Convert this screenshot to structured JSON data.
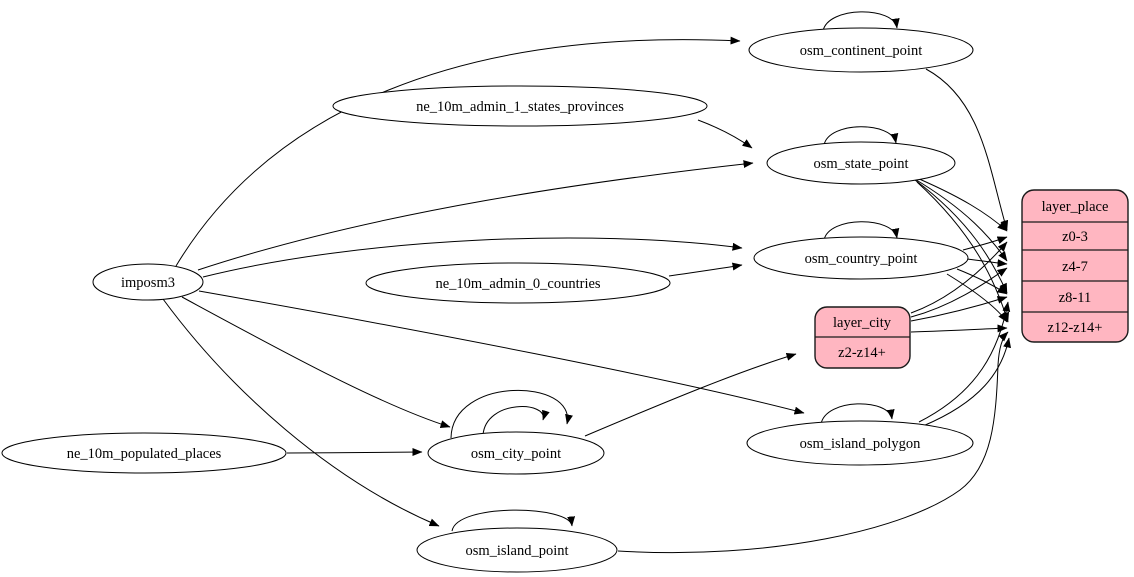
{
  "diagram": {
    "kind": "etl-dependency-graph",
    "background_color": "#ffffff",
    "node_fill": "#ffffff",
    "record_fill": "#ffb6c1",
    "stroke_color": "#000000"
  },
  "nodes": {
    "imposm3": {
      "label": "imposm3"
    },
    "ne_10m_admin_1_states_provinces": {
      "label": "ne_10m_admin_1_states_provinces"
    },
    "ne_10m_admin_0_countries": {
      "label": "ne_10m_admin_0_countries"
    },
    "ne_10m_populated_places": {
      "label": "ne_10m_populated_places"
    },
    "osm_continent_point": {
      "label": "osm_continent_point"
    },
    "osm_state_point": {
      "label": "osm_state_point"
    },
    "osm_country_point": {
      "label": "osm_country_point"
    },
    "osm_city_point": {
      "label": "osm_city_point"
    },
    "osm_island_polygon": {
      "label": "osm_island_polygon"
    },
    "osm_island_point": {
      "label": "osm_island_point"
    },
    "layer_city": {
      "title": "layer_city",
      "rows": [
        "z2-z14+"
      ]
    },
    "layer_place": {
      "title": "layer_place",
      "rows": [
        "z0-3",
        "z4-7",
        "z8-11",
        "z12-z14+"
      ]
    }
  },
  "edges": [
    {
      "from": "imposm3",
      "to": "osm_continent_point"
    },
    {
      "from": "imposm3",
      "to": "osm_state_point"
    },
    {
      "from": "imposm3",
      "to": "osm_country_point"
    },
    {
      "from": "imposm3",
      "to": "osm_city_point"
    },
    {
      "from": "imposm3",
      "to": "osm_island_polygon"
    },
    {
      "from": "imposm3",
      "to": "osm_island_point"
    },
    {
      "from": "ne_10m_admin_1_states_provinces",
      "to": "osm_state_point"
    },
    {
      "from": "ne_10m_admin_0_countries",
      "to": "osm_country_point"
    },
    {
      "from": "ne_10m_populated_places",
      "to": "osm_city_point"
    },
    {
      "from": "osm_continent_point",
      "to": "osm_continent_point",
      "type": "self-loop"
    },
    {
      "from": "osm_state_point",
      "to": "osm_state_point",
      "type": "self-loop"
    },
    {
      "from": "osm_country_point",
      "to": "osm_country_point",
      "type": "self-loop"
    },
    {
      "from": "osm_city_point",
      "to": "osm_city_point",
      "type": "self-loop"
    },
    {
      "from": "osm_city_point",
      "to": "osm_city_point",
      "type": "self-loop"
    },
    {
      "from": "osm_island_polygon",
      "to": "osm_island_polygon",
      "type": "self-loop"
    },
    {
      "from": "osm_island_point",
      "to": "osm_island_point",
      "type": "self-loop"
    },
    {
      "from": "osm_city_point",
      "to": "layer_city",
      "to_port": "z2-z14+"
    },
    {
      "from": "osm_continent_point",
      "to": "layer_place",
      "to_port": "z0-3"
    },
    {
      "from": "osm_state_point",
      "to": "layer_place",
      "to_port": "z0-3"
    },
    {
      "from": "osm_state_point",
      "to": "layer_place",
      "to_port": "z4-7"
    },
    {
      "from": "osm_state_point",
      "to": "layer_place",
      "to_port": "z8-11"
    },
    {
      "from": "osm_state_point",
      "to": "layer_place",
      "to_port": "z12-z14+"
    },
    {
      "from": "osm_country_point",
      "to": "layer_place",
      "to_port": "z0-3"
    },
    {
      "from": "osm_country_point",
      "to": "layer_place",
      "to_port": "z4-7"
    },
    {
      "from": "osm_country_point",
      "to": "layer_place",
      "to_port": "z8-11"
    },
    {
      "from": "osm_country_point",
      "to": "layer_place",
      "to_port": "z12-z14+"
    },
    {
      "from": "layer_city",
      "to": "layer_place",
      "to_port": "z0-3"
    },
    {
      "from": "layer_city",
      "to": "layer_place",
      "to_port": "z4-7"
    },
    {
      "from": "layer_city",
      "to": "layer_place",
      "to_port": "z8-11"
    },
    {
      "from": "layer_city",
      "to": "layer_place",
      "to_port": "z12-z14+"
    },
    {
      "from": "osm_island_polygon",
      "to": "layer_place",
      "to_port": "z8-11"
    },
    {
      "from": "osm_island_polygon",
      "to": "layer_place",
      "to_port": "z12-z14+"
    },
    {
      "from": "osm_island_point",
      "to": "layer_place",
      "to_port": "z12-z14+"
    }
  ]
}
